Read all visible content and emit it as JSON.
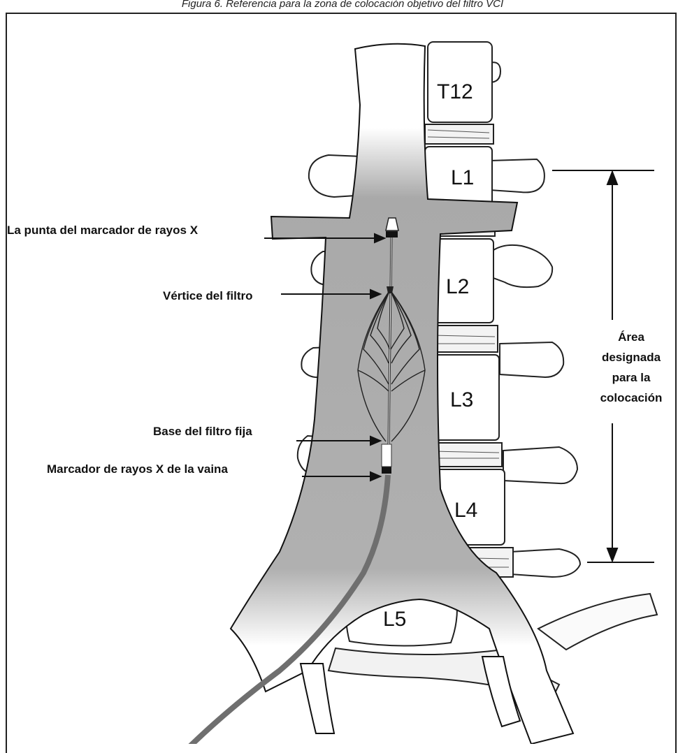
{
  "figure": {
    "caption": "Figura 6. Referencia para la zona de colocación objetivo del filtro VCI",
    "vertebrae": {
      "t12": "T12",
      "l1": "L1",
      "l2": "L2",
      "l3": "L3",
      "l4": "L4",
      "l5": "L5"
    },
    "callouts": {
      "tip_marker": "La punta del marcador de rayos X",
      "filter_apex": "Vértice del filtro",
      "filter_base": "Base del filtro fija",
      "sheath_marker": "Marcador de rayos X de la vaina"
    },
    "placement_area": {
      "line1": "Área",
      "line2": "designada",
      "line3": "para la",
      "line4": "colocación"
    }
  }
}
